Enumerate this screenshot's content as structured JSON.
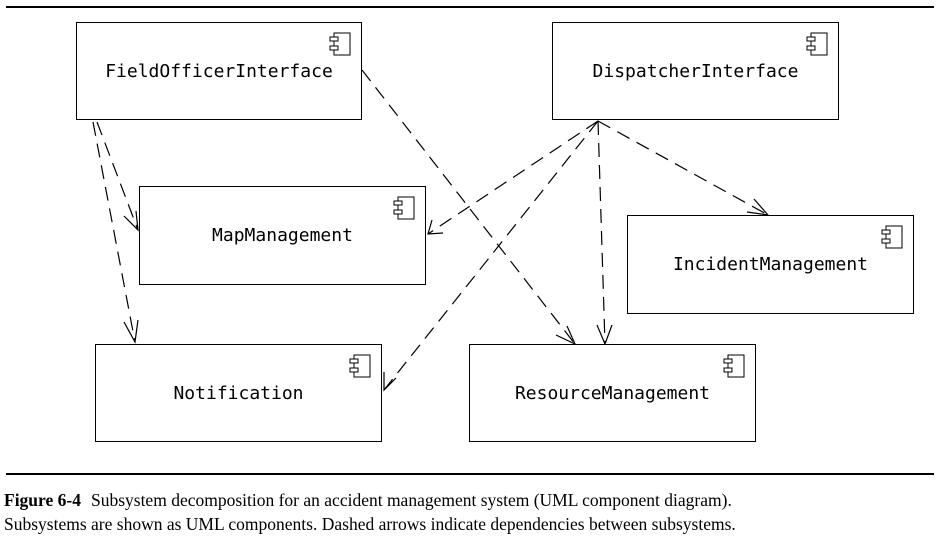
{
  "components": {
    "field_officer": {
      "name": "FieldOfficerInterface"
    },
    "dispatcher": {
      "name": "DispatcherInterface"
    },
    "map": {
      "name": "MapManagement"
    },
    "incident": {
      "name": "IncidentManagement"
    },
    "notification": {
      "name": "Notification"
    },
    "resource": {
      "name": "ResourceManagement"
    }
  },
  "dependencies": [
    {
      "from": "FieldOfficerInterface",
      "to": "MapManagement"
    },
    {
      "from": "FieldOfficerInterface",
      "to": "Notification"
    },
    {
      "from": "FieldOfficerInterface",
      "to": "ResourceManagement"
    },
    {
      "from": "DispatcherInterface",
      "to": "MapManagement"
    },
    {
      "from": "DispatcherInterface",
      "to": "Notification"
    },
    {
      "from": "DispatcherInterface",
      "to": "ResourceManagement"
    },
    {
      "from": "DispatcherInterface",
      "to": "IncidentManagement"
    }
  ],
  "caption": {
    "figure_label": "Figure 6-4",
    "line1": "Subsystem decomposition for an accident management system (UML component diagram).",
    "line2": "Subsystems are shown as UML components. Dashed arrows indicate dependencies between subsystems."
  },
  "icons": {
    "component": "uml-component-icon"
  }
}
